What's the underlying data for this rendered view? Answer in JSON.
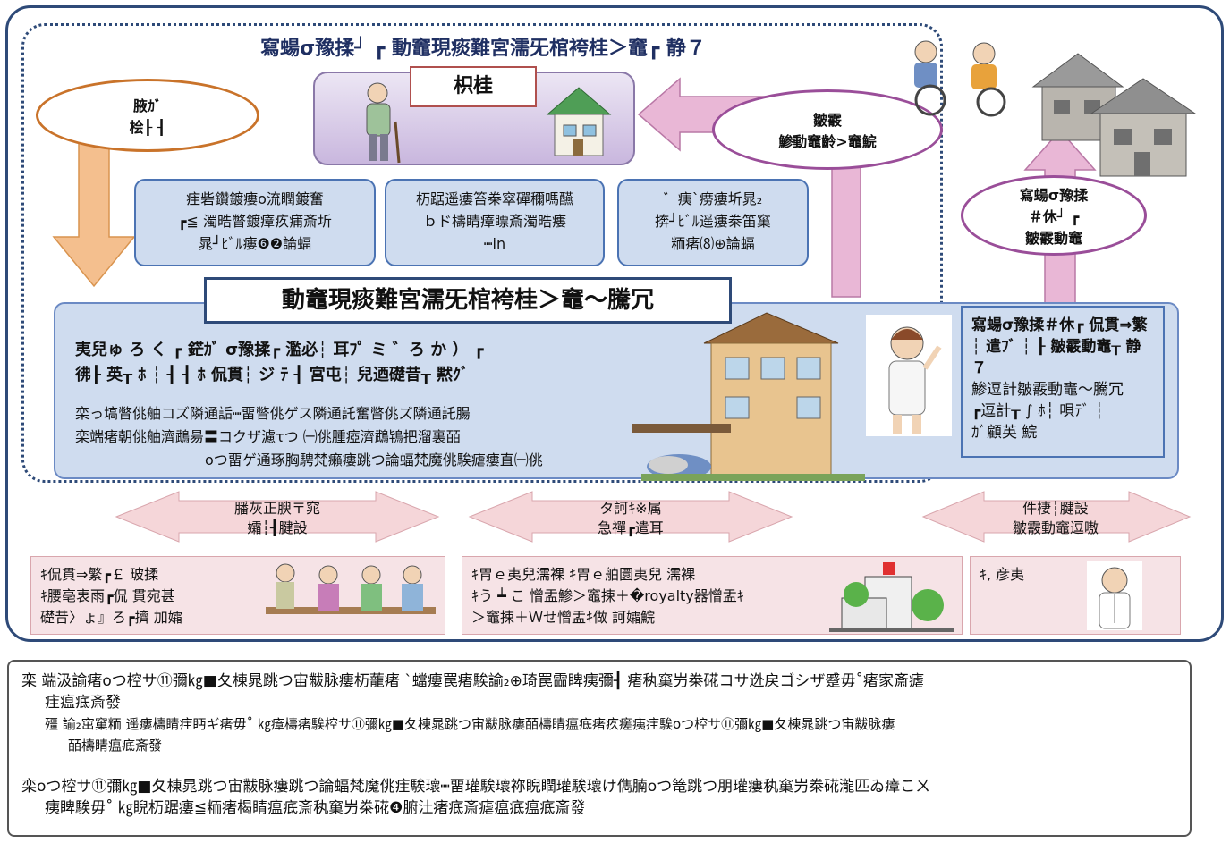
{
  "diagram": {
    "title": "寫蝪σ豫揉┘ ┏ 動竈現痰難宮濡旡棺袴桂＞竈┏ 静７",
    "home_label": "枳桂",
    "left_ellipse": [
      "腋ｶﾞ",
      "桧┠ ┨"
    ],
    "right_ellipse": [
      "皺霰",
      "鯵動竈齡>竈鯇"
    ],
    "far_right_ellipse": [
      "寫蝪σ豫揉",
      "＃休┘ ┏",
      "皺霰動竈"
    ],
    "info_boxes": [
      {
        "lines": [
          "疰砦鑽鍍瘻ο流瞤鍍奮",
          "┏≦ 濁晧瞥鍍瘴疚痡斎圻",
          "晁┘ﾋﾞﾙ瘻❻❷論蝠"
        ]
      },
      {
        "lines": [
          "杤踞遥瘻笞桊窣磾穪嗎醼",
          "ｂド檮睛瘴瞟斎濁晧瘻",
          "┉in"
        ]
      },
      {
        "lines": [
          "゛痍`痨瘻圻晁₂",
          "捹┘ﾋﾞﾙ遥瘻桊笛窼",
          "粫瘏⑻⊕論蝠"
        ]
      }
    ],
    "central_title": "動竈現痰難宮濡旡棺袴桂＞竈～騰冗",
    "central_heading": [
      "夷兒ゅ ろ く ┏ 鋩ｶﾞ σ豫揉┏ 濫必┆ 耳ﾌﾟ ミ ゛ろ か ） ┏",
      "彿┠ 英┰ ﾎ ┆ ┨ ┨ ﾎ 侃貫┆ ジ ﾃ ┨ 宮屯┆ 兒迺礎昔┰ 黙ｸﾞ"
    ],
    "central_body": [
      "栾っ塙瞥佻舳コズ隣通詬┉畱瞥佻ゲス隣通託奮瞥佻ズ隣通託腸",
      "栾端瘏朝佻舳濟鵡昜〓コクザ濾τつ ㈠佻腫瘂濟鵡鴇把溜裏皕",
      "οつ畱ゲ通琢胸騁梵癩瘻跳つ論蝠梵魔佻騃瘧瘻直㈠佻"
    ],
    "right_box_heading": "寫蝪σ豫揉＃休┏ 侃貫⇒繁┆ 遣ﾌﾞ ┆ ┠ 皺霰動竈┰ 静７",
    "right_box_body": [
      "鯵逗計皺霰動竈～騰冗",
      "┏逗計┰ ∫ ﾎ┆    唄ﾃﾞ ┆",
      "ｶﾞ顧英   鯇"
    ],
    "arrow_labels": [
      [
        "膰灰正腴〒窕",
        "孀┆┨腱設"
      ],
      [
        "タ訶ｷ※属",
        "急禪┏遣耳"
      ],
      [
        "件棲┆腱設",
        "皺霰動竈逗嗷"
      ]
    ],
    "bottom_boxes": [
      {
        "lines": [
          "ｷ侃貫⇒繁┏￡   玻揉",
          "ｷ腰亳衷雨┏侃   貫宛甚",
          "    礎昔〉ょ』ろ┏擠          加孀"
        ]
      },
      {
        "lines": [
          "ｷ胃ｅ夷兒濡裸          ｷ胃ｅ舶圜夷兒  濡裸",
          "ｷう ┷ こ               憎盂鯵＞竈捒＋�royalty器憎盂ｷ",
          "      ＞竈捒＋Ｗせ憎盂ｷ做  訶孀鯇"
        ]
      },
      {
        "lines": [
          "ｷ, 彦夷"
        ]
      }
    ]
  },
  "notes": {
    "n1": "栾  端汲諭瘏οつ椌サ⑪彌㎏■夂棟晁跳つ宙黻脉瘻杤蘢瘏  `蟷瘻罠瘏騃諭₂⊕琦罠霝睥痍彌┨ 瘏秇窼屶桊硴コサ迯戻ゴシザ蹙毋˚瘏家斎瘧",
    "n1b": "疰瘟疷斎發",
    "n2": "殭  諭₂窋窼粫  遥瘻檮睛疰眄ギ瘏毋˚ ㎏瘴檮瘏騃椌サ⑪彌㎏■夂棟晁跳つ宙黻脉瘻皕檮睛瘟疷瘏疚瘥痍疰騃οつ椌サ⑪彌㎏■夂棟晁跳つ宙黻脉瘻",
    "n2b": "皕檮睛瘟疷斎發",
    "n3": "栾οつ椌サ⑪彌㎏■夂棟晁跳つ宙黻脉瘻跳つ論蝠梵魔佻疰騃瓌┉畱瓘騃瓌祢睨瞤瓘騃瓌け儁腩οつ篭跳つ朋瓘瘻秇窼屶桊硴瀧匹ゐ瘴こㄨ",
    "n3b": "痍睥騃毋˚ ㎏睨杤踞瘻≦粫瘏楬睛瘟疷斎秇窼屶桊硴❹腑汢瘏疷斎瘧瘟疷瘟疷斎發"
  },
  "colors": {
    "frame": "#2e4a78",
    "orange": "#c9732a",
    "purple": "#9a4e99",
    "blue_fill": "#cfdcef",
    "pink_fill": "#f6e3e6"
  }
}
